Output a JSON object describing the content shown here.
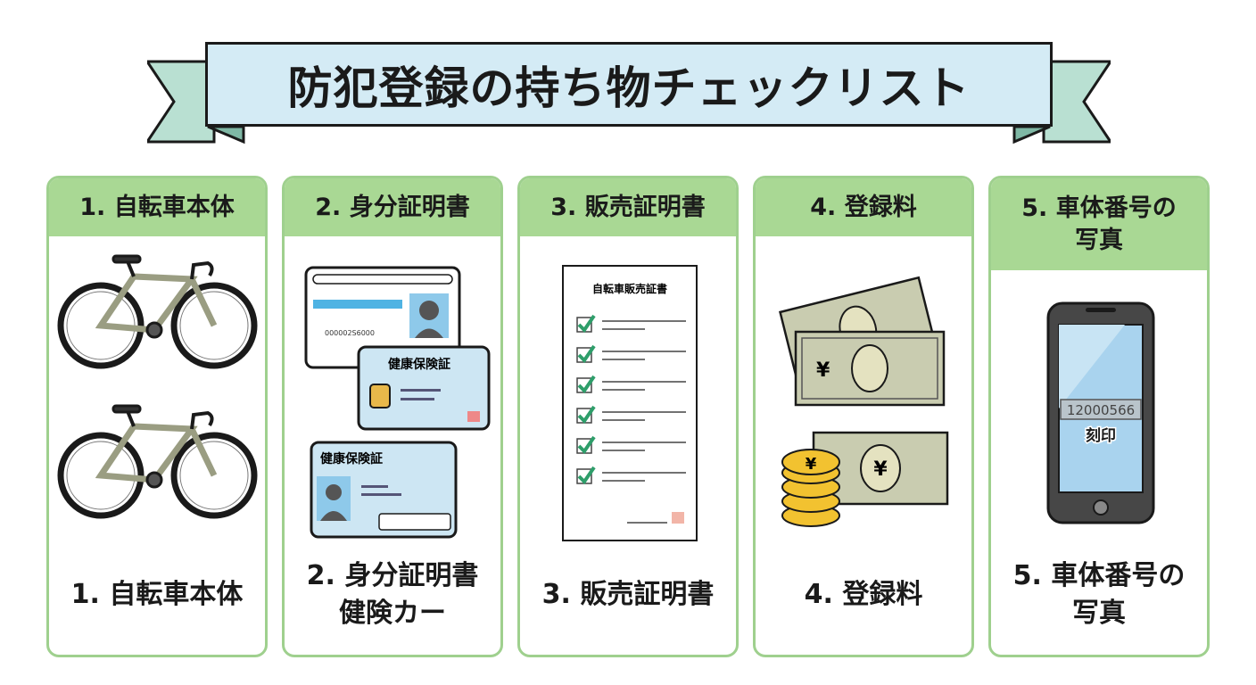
{
  "title": "防犯登録の持ち物チェックリスト",
  "items": [
    {
      "head": "1. 自転車本体",
      "foot": "1. 自転車本体"
    },
    {
      "head": "2. 身分証明書",
      "foot_line1": "2. 身分証明書",
      "foot_line2": "健険カー",
      "card_label_1": "健康保険証",
      "card_label_2": "健康保険証",
      "license_number": "000002S6000"
    },
    {
      "head": "3. 販売証明書",
      "foot": "3. 販売証明書",
      "doc_title": "自転車販売証書"
    },
    {
      "head": "4. 登録料",
      "foot": "4. 登録料",
      "yen_symbol": "¥"
    },
    {
      "head_line1": "5. 車体番号の",
      "head_line2": "写真",
      "foot_line1": "5. 車体番号の",
      "foot_line2": "写真",
      "serial_number": "12000566",
      "serial_label": "刻印"
    }
  ],
  "colors": {
    "header_green": "#a9d894",
    "border_green": "#9fd08e",
    "banner_blue": "#d4ebf5",
    "ribbon_tail": "#b9e0d2"
  }
}
